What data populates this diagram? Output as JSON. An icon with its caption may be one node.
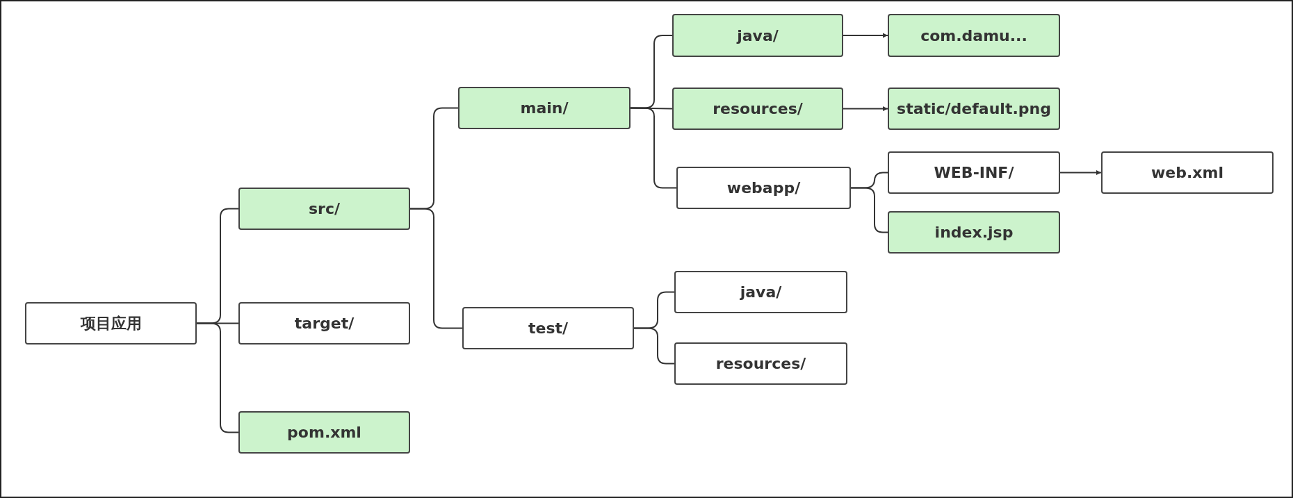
{
  "diagram": {
    "nodes": [
      {
        "text": [
          "项目应用"
        ]
      },
      {
        "text": [
          "src/"
        ]
      },
      {
        "text": [
          "target/"
        ]
      },
      {
        "text": [
          "pom.xml"
        ]
      },
      {
        "text": [
          "main/"
        ]
      },
      {
        "text": [
          "test/"
        ]
      },
      {
        "text": [
          "java/"
        ]
      },
      {
        "text": [
          "resources/"
        ]
      },
      {
        "text": [
          "webapp/"
        ]
      },
      {
        "text": [
          "com.damu..."
        ]
      },
      {
        "text": [
          "static/default.png"
        ]
      },
      {
        "text": [
          "WEB-INF/"
        ]
      },
      {
        "text": [
          "index.jsp"
        ]
      },
      {
        "text": [
          "web.xml"
        ]
      },
      {
        "text": [
          "java/"
        ]
      },
      {
        "text": [
          "resources/"
        ]
      }
    ],
    "edges": [
      {
        "from": 0,
        "to": 1,
        "arrow": "none"
      },
      {
        "from": 0,
        "to": 2,
        "arrow": "none"
      },
      {
        "from": 0,
        "to": 3,
        "arrow": "none"
      },
      {
        "from": 1,
        "to": 4,
        "arrow": "none"
      },
      {
        "from": 1,
        "to": 5,
        "arrow": "none"
      },
      {
        "from": 4,
        "to": 6,
        "arrow": "none"
      },
      {
        "from": 4,
        "to": 7,
        "arrow": "none"
      },
      {
        "from": 4,
        "to": 8,
        "arrow": "none"
      },
      {
        "from": 6,
        "to": 9,
        "arrow": "to"
      },
      {
        "from": 7,
        "to": 10,
        "arrow": "to"
      },
      {
        "from": 8,
        "to": 11,
        "arrow": "none"
      },
      {
        "from": 8,
        "to": 12,
        "arrow": "none"
      },
      {
        "from": 11,
        "to": 13,
        "arrow": "to"
      },
      {
        "from": 5,
        "to": 14,
        "arrow": "none"
      },
      {
        "from": 5,
        "to": 15,
        "arrow": "none"
      }
    ]
  }
}
